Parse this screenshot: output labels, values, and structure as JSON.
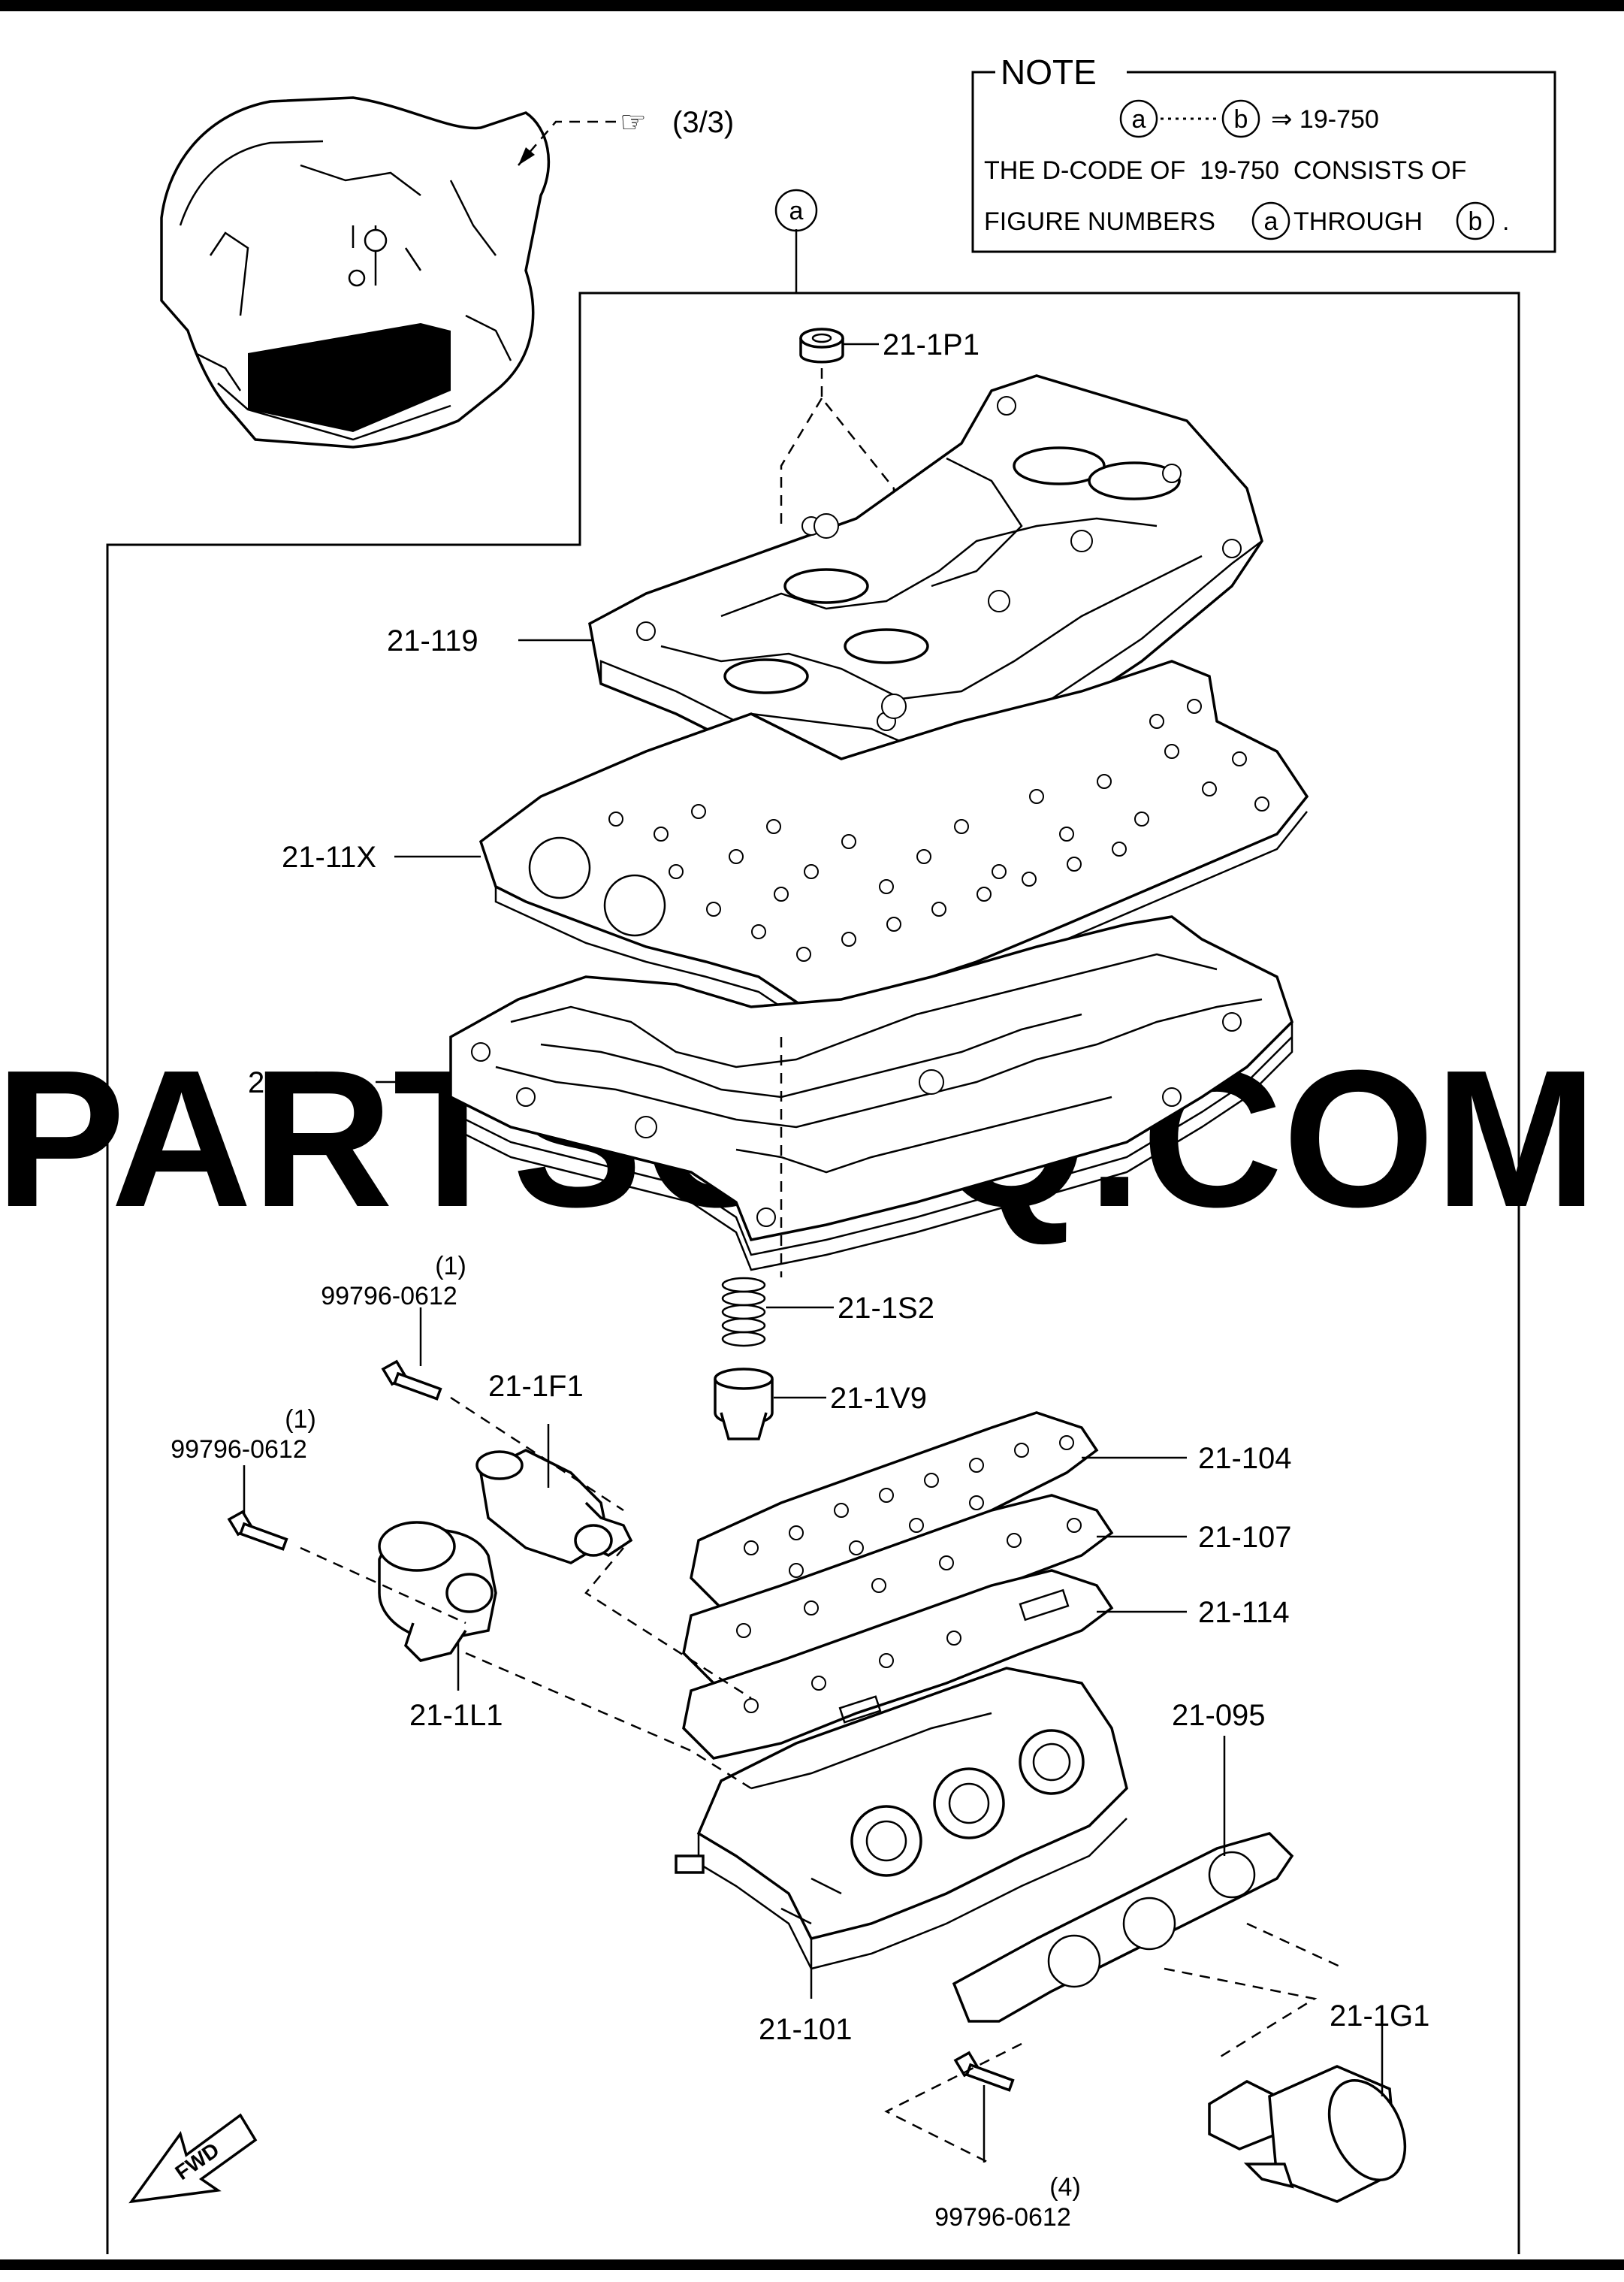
{
  "watermark": "PARTSOUQ.COM",
  "reference": {
    "symbol": "☞",
    "text": "(3/3)"
  },
  "note": {
    "title": "NOTE",
    "line1_a": "a",
    "line1_b": "b",
    "line1_arrow": "⇒ 19-750",
    "line2": "THE D-CODE OF  19-750  CONSISTS OF",
    "line3_pre": "FIGURE NUMBERS",
    "line3_a": "a",
    "line3_mid": "THROUGH",
    "line3_b": "b",
    "line3_end": "."
  },
  "callout_a": "a",
  "fwd_label": "FWD",
  "parts": [
    {
      "label": "21-1P1"
    },
    {
      "label": "21-119"
    },
    {
      "label": "21-11X"
    },
    {
      "label": "21-105"
    },
    {
      "label": "21-1S2"
    },
    {
      "label": "21-1V9"
    },
    {
      "label": "21-1F1"
    },
    {
      "label": "21-104"
    },
    {
      "label": "21-107"
    },
    {
      "label": "21-114"
    },
    {
      "label": "21-1L1"
    },
    {
      "label": "21-095"
    },
    {
      "label": "21-101"
    },
    {
      "label": "21-1G1"
    }
  ],
  "bolts": [
    {
      "label": "99796-0612",
      "qty": "(1)"
    },
    {
      "label": "99796-0612",
      "qty": "(1)"
    },
    {
      "label": "99796-0612",
      "qty": "(4)"
    }
  ]
}
